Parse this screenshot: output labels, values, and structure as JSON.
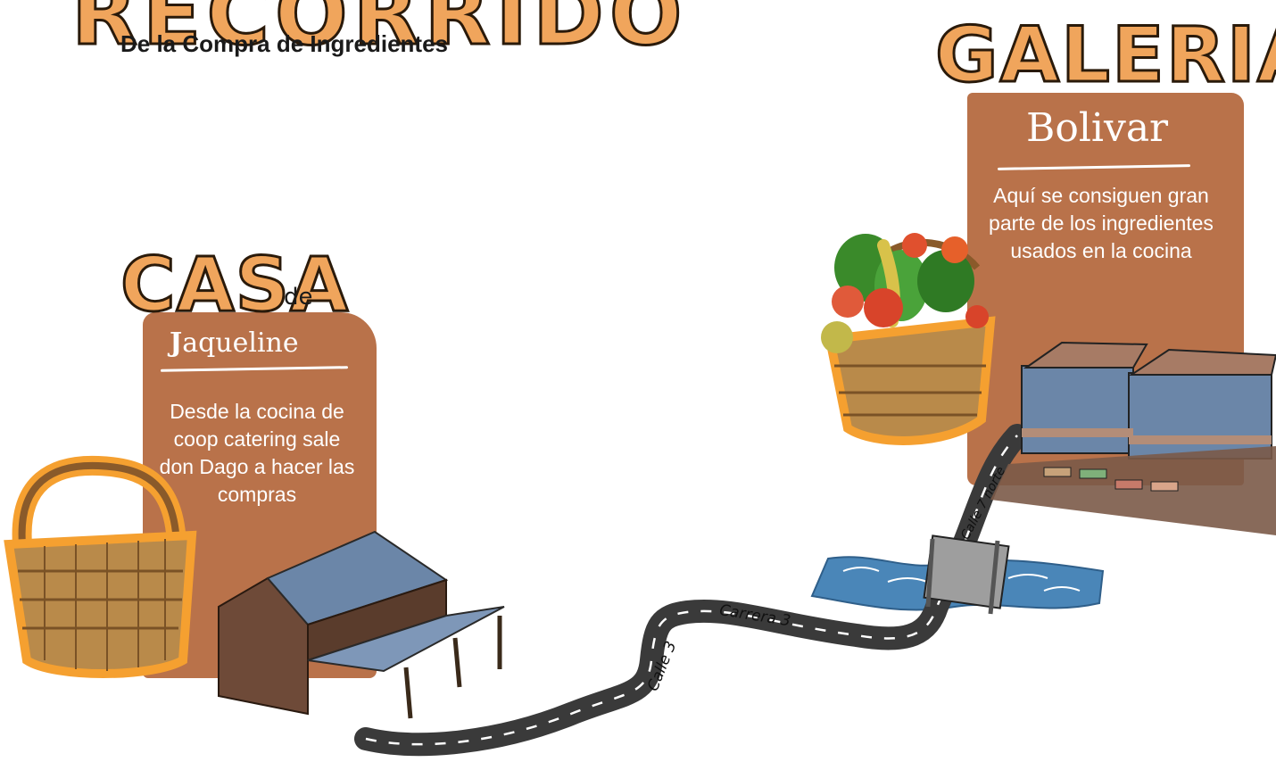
{
  "header": {
    "title": "RECORRIDO",
    "subtitle": "De la Compra de Ingredientes"
  },
  "galeria": {
    "title": "GALERIA",
    "name": "Bolivar",
    "description": "Aquí se consiguen gran parte de los ingredientes usados en la cocina"
  },
  "casa": {
    "title": "CASA",
    "connector": "de",
    "name_initial": "J",
    "name_rest": "aqueline",
    "description": "Desde la cocina de coop catering sale don Dago a hacer las compras"
  },
  "roads": {
    "calle_3": "Calle 3",
    "carrera_3": "Carrera 3",
    "calle_7_norte": "Calle 7 norte"
  },
  "colors": {
    "accent_orange": "#f0a55c",
    "panel_brown": "#b9724a",
    "road": "#3a3a3a",
    "water": "#4a86b8",
    "building_blue": "#6b86a8",
    "building_brown": "#6e4a38"
  }
}
